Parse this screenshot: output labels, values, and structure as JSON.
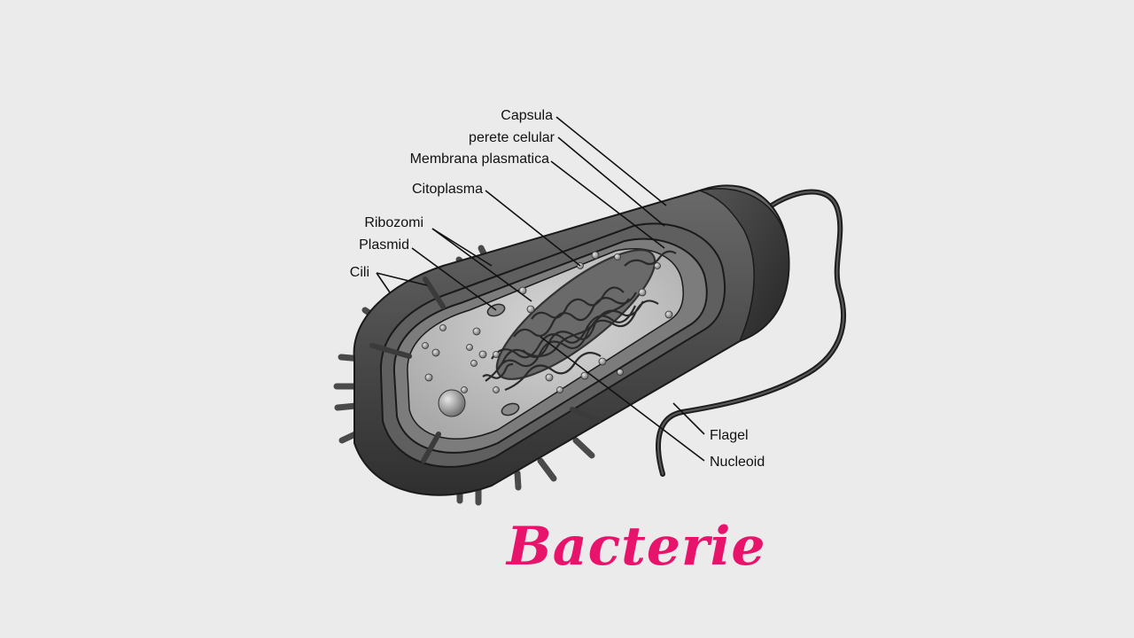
{
  "labels": {
    "capsula": "Capsula",
    "perete_celular": "perete celular",
    "membrana_plasmatica": "Membrana plasmatica",
    "citoplasma": "Citoplasma",
    "ribozomi": "Ribozomi",
    "plasmid": "Plasmid",
    "cili": "Cili",
    "flagel": "Flagel",
    "nucleoid": "Nucleoid"
  },
  "caption": "Bacterie",
  "colors": {
    "background": "#ebebeb",
    "caption": "#e8146c",
    "capsule": "#4a4a4a",
    "wall": "#5e5e5e",
    "membrane": "#7a7a7a",
    "cytoplasm": "#c4c4c4",
    "outline": "#1a1a1a"
  }
}
